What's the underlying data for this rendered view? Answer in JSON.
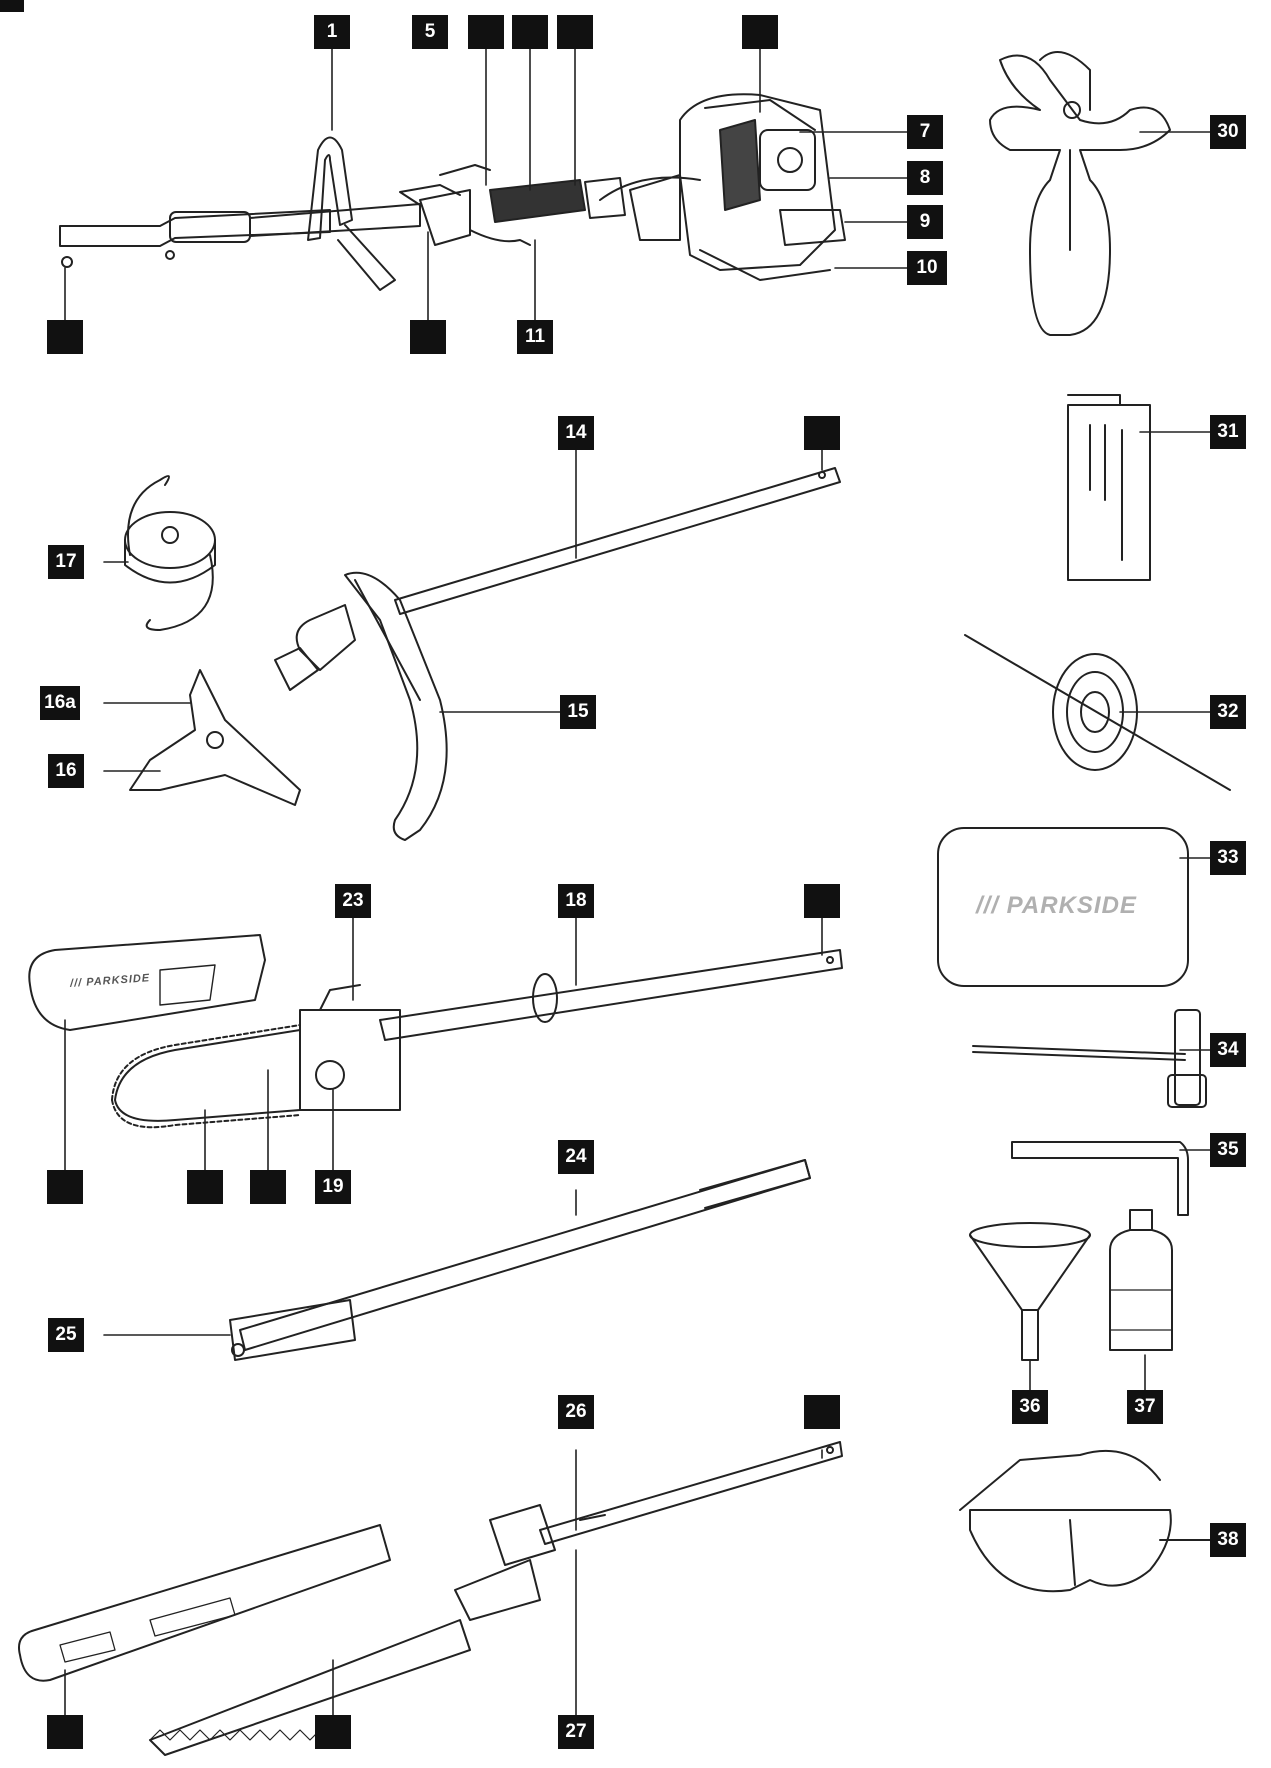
{
  "labels": {
    "l1": "1",
    "l5": "5",
    "l7": "7",
    "l8": "8",
    "l9": "9",
    "l10": "10",
    "l11": "11",
    "l14": "14",
    "l15": "15",
    "l16": "16",
    "l16a": "16a",
    "l17": "17",
    "l18": "18",
    "l19": "19",
    "l23": "23",
    "l24": "24",
    "l25": "25",
    "l26": "26",
    "l27": "27",
    "l30": "30",
    "l31": "31",
    "l32": "32",
    "l33": "33",
    "l34": "34",
    "l35": "35",
    "l36": "36",
    "l37": "37",
    "l38": "38",
    "blank": ""
  },
  "case_logo": "/// PARKSIDE",
  "guard_logo": "/// PARKSIDE"
}
